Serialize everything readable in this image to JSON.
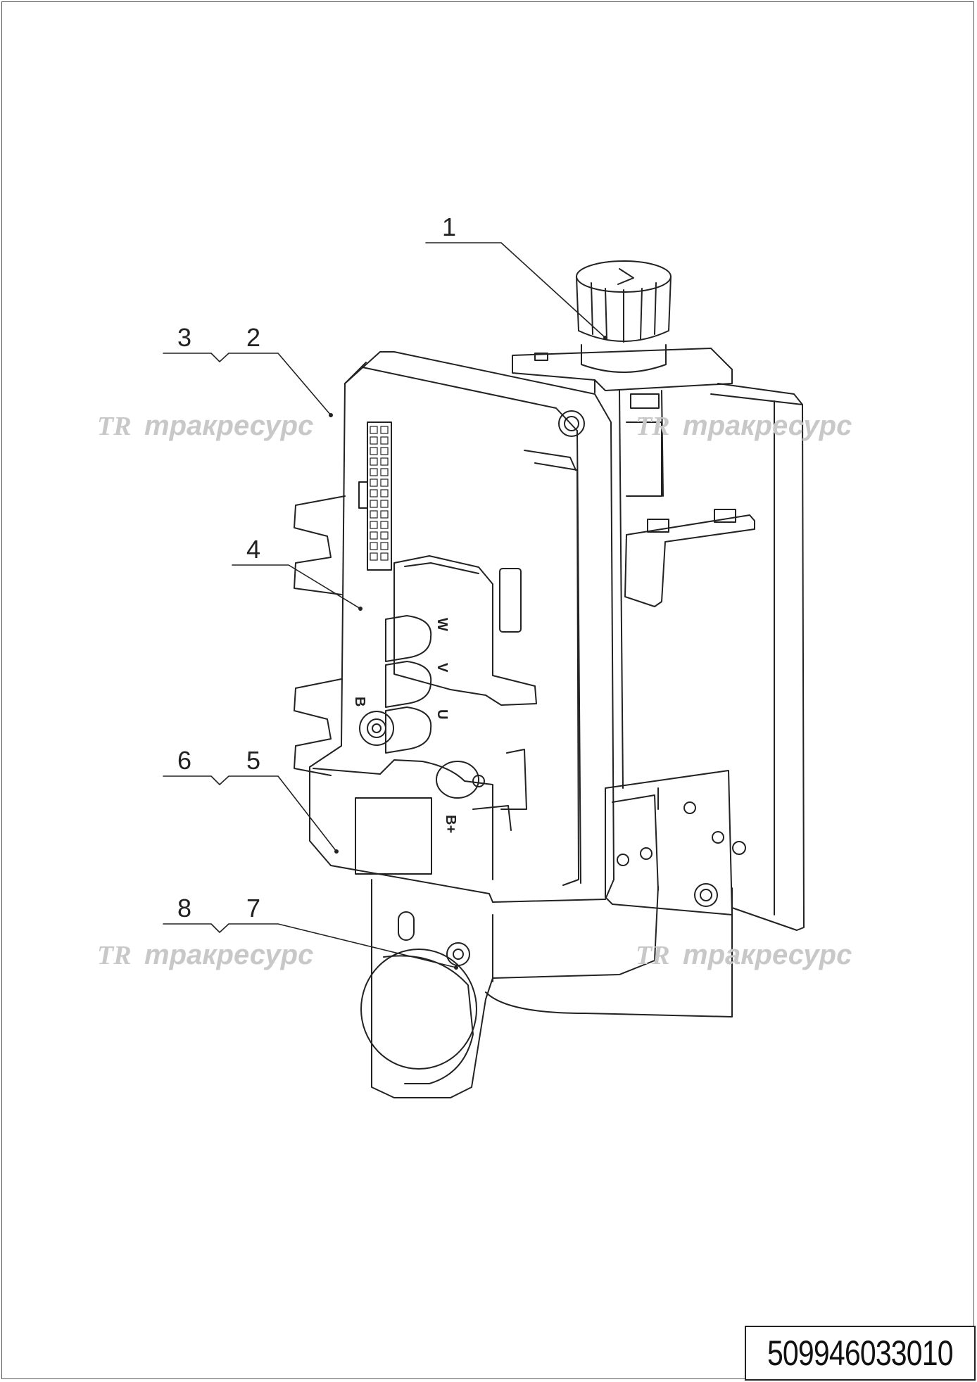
{
  "callouts": [
    "1",
    "2",
    "3",
    "4",
    "5",
    "6",
    "7",
    "8"
  ],
  "terminal_marks": {
    "w": "W",
    "v": "V",
    "u": "U",
    "b": "B",
    "b_plus": "B+"
  },
  "watermark": {
    "logo": "TR",
    "text": "тракресурс"
  },
  "document_code": "509946033010",
  "colors": {
    "line": "#222222",
    "watermark": "#c8c8c8"
  }
}
